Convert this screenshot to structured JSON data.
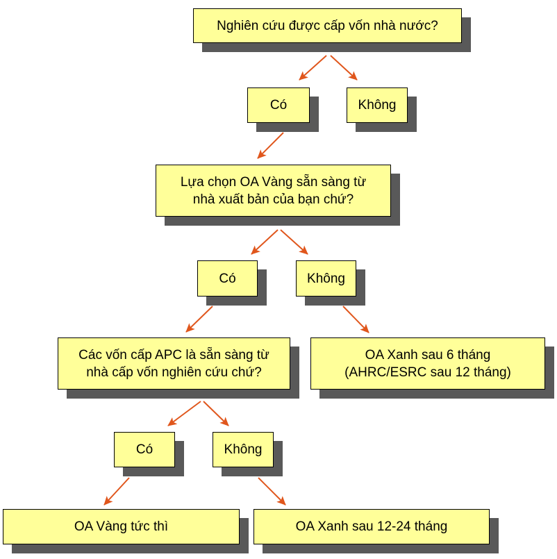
{
  "colors": {
    "box_fill": "#ffff99",
    "box_border": "#000000",
    "shadow": "#595959",
    "arrow": "#e0561c",
    "background": "#ffffff"
  },
  "q1": {
    "label": "Nghiên cứu được cấp vốn nhà nước?",
    "yes": "Có",
    "no": "Không"
  },
  "q2": {
    "lines": [
      "Lựa chọn OA Vàng sẵn sàng từ",
      "nhà xuất bản của bạn chứ?"
    ],
    "yes": "Có",
    "no": "Không"
  },
  "q3": {
    "lines": [
      "Các vốn cấp APC là sẵn sàng từ",
      "nhà cấp vốn nghiên cứu chứ?"
    ],
    "yes": "Có",
    "no": "Không"
  },
  "outcomes": {
    "green_6": [
      "OA Xanh sau 6 tháng",
      "(AHRC/ESRC sau 12 tháng)"
    ],
    "gold_immediate": "OA Vàng tức thì",
    "green_12_24": "OA Xanh sau 12-24 tháng"
  }
}
